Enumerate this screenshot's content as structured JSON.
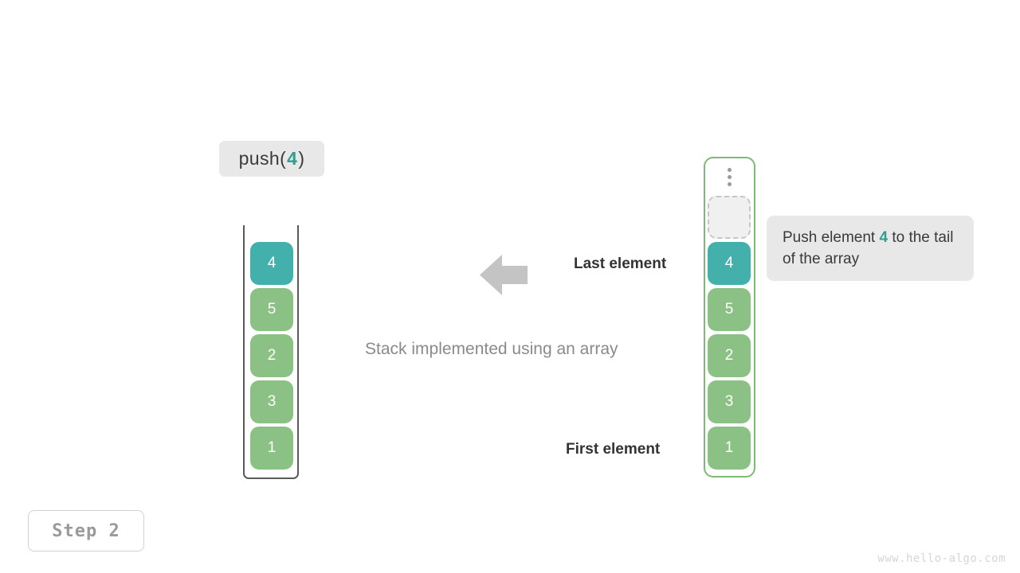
{
  "call_label": {
    "prefix": "push(",
    "arg": "4",
    "suffix": ")"
  },
  "stack": {
    "title": "Stack implemented using an array",
    "cells": [
      {
        "value": "4",
        "color": "teal"
      },
      {
        "value": "5",
        "color": "green"
      },
      {
        "value": "2",
        "color": "green"
      },
      {
        "value": "3",
        "color": "green"
      },
      {
        "value": "1",
        "color": "green"
      }
    ]
  },
  "annotations": {
    "last_element": "Last element",
    "first_element": "First element",
    "arrow_icon": "arrow-left-icon"
  },
  "array": {
    "dots_icon": "vertical-ellipsis-icon",
    "empty_slot": "",
    "cells": [
      {
        "value": "4",
        "color": "teal"
      },
      {
        "value": "5",
        "color": "green"
      },
      {
        "value": "2",
        "color": "green"
      },
      {
        "value": "3",
        "color": "green"
      },
      {
        "value": "1",
        "color": "green"
      }
    ]
  },
  "tooltip": {
    "prefix": "Push element ",
    "highlight": "4",
    "suffix": " to the tail of the array"
  },
  "step_badge": "Step 2",
  "watermark": "www.hello-algo.com",
  "colors": {
    "teal": "#43b0ac",
    "green": "#8cc185",
    "accent_text": "#2f9e8f",
    "array_border": "#7cbb74",
    "stack_border": "#5a5a5a",
    "label_bg": "#e8e8e8",
    "muted_text": "#8a8a8a"
  }
}
